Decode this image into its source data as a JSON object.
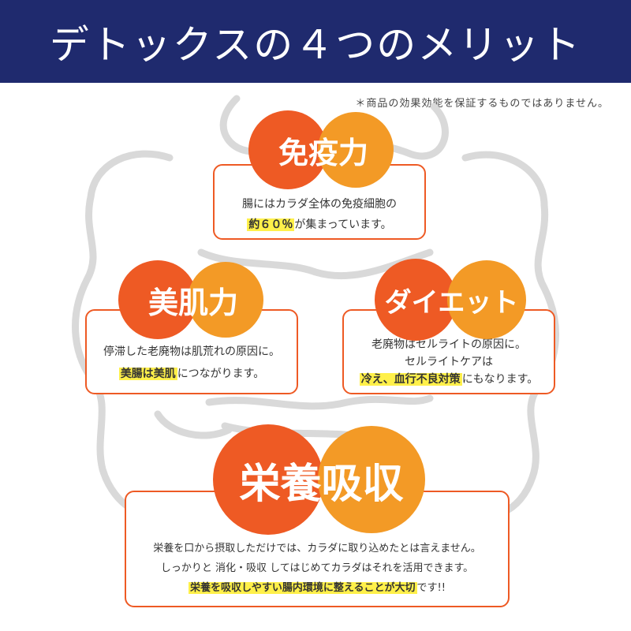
{
  "header": {
    "title": "デトックスの４つのメリット"
  },
  "disclaimer": "＊商品の効果効能を保証するものではありません。",
  "colors": {
    "navy": "#1f2a6e",
    "orange_dark": "#ee5a24",
    "orange_light": "#f39a26",
    "highlight": "#fff04a"
  },
  "merits": {
    "immunity": {
      "title": "免疫力",
      "line1": "腸にはカラダ全体の免疫細胞の",
      "line2_highlight": "約６０％",
      "line2_rest": "が集まっています。"
    },
    "beauty": {
      "title": "美肌力",
      "line1": "停滞した老廃物は肌荒れの原因に。",
      "line2_highlight": "美腸は美肌",
      "line2_rest": "につながります。"
    },
    "diet": {
      "title": "ダイエット",
      "line1": "老廃物はセルライトの原因に。",
      "line2": "セルライトケアは",
      "line3_highlight": "冷え、血行不良対策",
      "line3_rest": "にもなります。"
    },
    "nutrition": {
      "title": "栄養吸収",
      "line1": "栄養を口から摂取しただけでは、カラダに取り込めたとは言えません。",
      "line2": "しっかりと 消化・吸収 してはじめてカラダはそれを活用できます。",
      "line3_highlight": "栄養を吸収しやすい腸内環境に整えることが大切",
      "line3_rest": "です!!"
    }
  }
}
